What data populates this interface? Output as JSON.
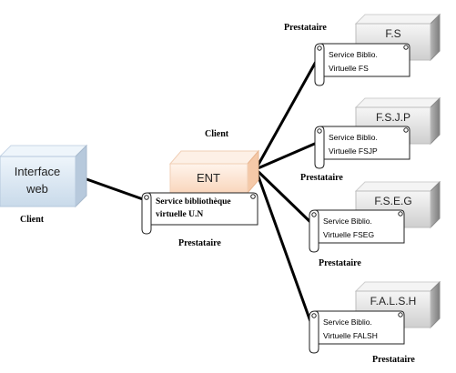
{
  "client_web": {
    "box_label_line1": "Interface",
    "box_label_line2": "web",
    "role": "Client"
  },
  "ent": {
    "box_label": "ENT",
    "top_role": "Client",
    "scroll_line1": "Service bibliothèque",
    "scroll_line2": "virtuelle U.N",
    "bottom_role": "Prestataire"
  },
  "faculties": [
    {
      "box_label": "F.S",
      "scroll_line1": "Service Biblio.",
      "scroll_line2": "Virtuelle FS",
      "role": "Prestataire"
    },
    {
      "box_label": "F.S.J.P",
      "scroll_line1": "Service Biblio.",
      "scroll_line2": "Virtuelle FSJP",
      "role": "Prestataire"
    },
    {
      "box_label": "F.S.E.G",
      "scroll_line1": "Service Biblio.",
      "scroll_line2": "Virtuelle FSEG",
      "role": "Prestataire"
    },
    {
      "box_label": "F.A.L.S.H",
      "scroll_line1": "Service Biblio.",
      "scroll_line2": "Virtuelle FALSH",
      "role": "Prestataire"
    }
  ],
  "colors": {
    "client_box_front": "#dde9f5",
    "client_box_top": "#eef5fb",
    "client_box_side": "#b7c9dc",
    "ent_box_front": "#fde5d2",
    "ent_box_top": "#fdf0e6",
    "ent_box_side": "#f5c9a8",
    "faculty_box_front": "#e8e8e8",
    "faculty_box_top": "#f4f4f4",
    "faculty_box_side": "#9a9a9a",
    "connector": "#000000",
    "scroll_fill": "#ffffff"
  }
}
